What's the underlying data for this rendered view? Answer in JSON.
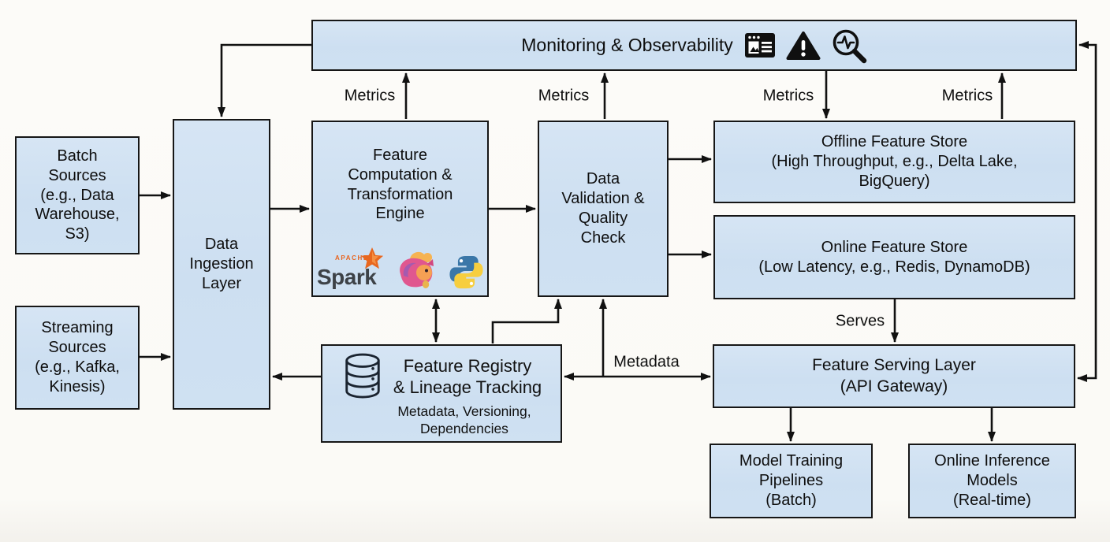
{
  "colors": {
    "box_fill": "#cfe1f2",
    "box_border": "#161616",
    "background": "#fbfaf7",
    "line": "#111111",
    "spark_orange": "#e8641f",
    "flink_pink": "#e0578f",
    "python_blue": "#3b77a8",
    "python_yellow": "#f7ce3e"
  },
  "monitoring": {
    "title": "Monitoring & Observability",
    "icons": [
      "report-dashboard-icon",
      "warning-triangle-icon",
      "metrics-search-icon"
    ]
  },
  "nodes": {
    "batch_sources": {
      "label": "Batch\nSources\n(e.g., Data\nWarehouse,\nS3)"
    },
    "streaming_sources": {
      "label": "Streaming\nSources\n(e.g., Kafka,\nKinesis)"
    },
    "data_ingestion": {
      "label": "Data\nIngestion\nLayer"
    },
    "feature_computation": {
      "label": "Feature\nComputation &\nTransformation\nEngine"
    },
    "data_validation": {
      "label": "Data\nValidation &\nQuality\nCheck"
    },
    "offline_store": {
      "label": "Offline Feature Store\n(High Throughput, e.g., Delta Lake,\nBigQuery)"
    },
    "online_store": {
      "label": "Online Feature Store\n(Low Latency, e.g., Redis, DynamoDB)"
    },
    "feature_registry": {
      "title": "Feature Registry\n& Lineage Tracking",
      "subtitle": "Metadata, Versioning,\nDependencies",
      "icon": "database-icon"
    },
    "feature_serving": {
      "label": "Feature Serving Layer\n(API Gateway)"
    },
    "model_training": {
      "label": "Model Training\nPipelines\n(Batch)"
    },
    "online_inference": {
      "label": "Online Inference\nModels\n(Real-time)"
    }
  },
  "edge_labels": {
    "metrics": [
      "Metrics",
      "Metrics",
      "Metrics",
      "Metrics"
    ],
    "serves": "Serves",
    "metadata": "Metadata"
  },
  "logos": {
    "spark": {
      "apache": "APACHE",
      "word": "Spark"
    },
    "flink": "flink-squirrel",
    "python": "python"
  }
}
